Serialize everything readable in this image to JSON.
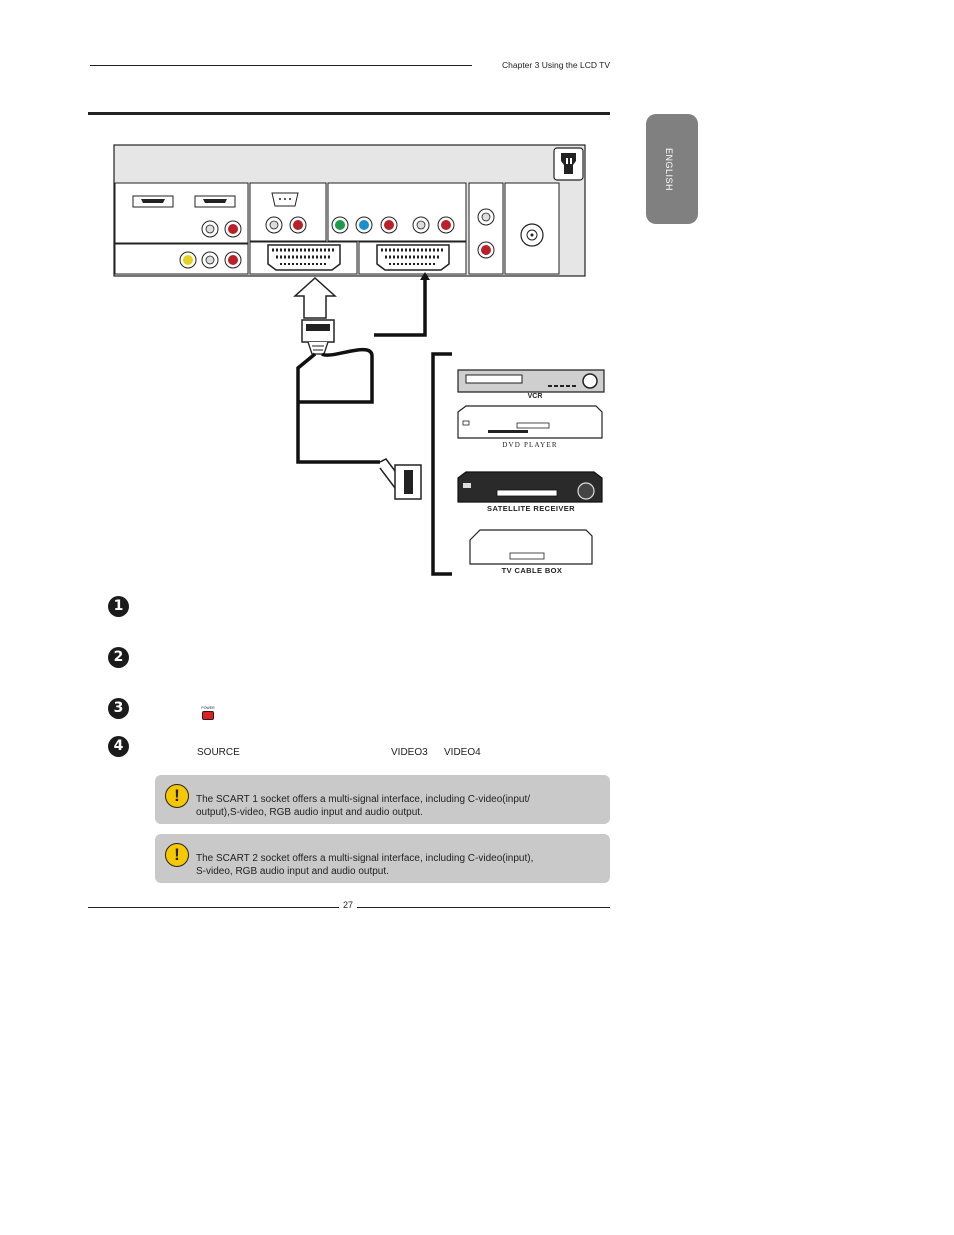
{
  "header": {
    "chapter_title": "Chapter 3 Using the LCD TV"
  },
  "side_tab": {
    "label": "ENGLISH"
  },
  "devices": {
    "vcr": "VCR",
    "dvd": "DVD PLAYER",
    "satellite": "SATELLITE RECEIVER",
    "cable": "TV CABLE BOX"
  },
  "steps": [
    {
      "number": "1"
    },
    {
      "number": "2"
    },
    {
      "number": "3",
      "button_label": "POWER"
    },
    {
      "number": "4",
      "source_label": "SOURCE",
      "video3_label": "VIDEO3",
      "video4_label": "VIDEO4"
    }
  ],
  "notes": [
    {
      "text_line1": "The SCART 1 socket offers a multi-signal interface, including C-video(input/",
      "text_line2": "output),S-video, RGB audio input and audio output."
    },
    {
      "text_line1": "The SCART 2 socket offers a multi-signal interface, including C-video(input),",
      "text_line2": "S-video, RGB audio input and audio output."
    }
  ],
  "footer": {
    "page_number": "27"
  },
  "colors": {
    "tab_gray": "#808080",
    "note_gray": "#c9c9c9",
    "warning_yellow": "#f6c800",
    "power_red": "#e02020",
    "port_red": "#b8202a",
    "port_green": "#1f9a4a",
    "port_blue": "#1a8fd0",
    "port_yellow": "#e8d020"
  }
}
